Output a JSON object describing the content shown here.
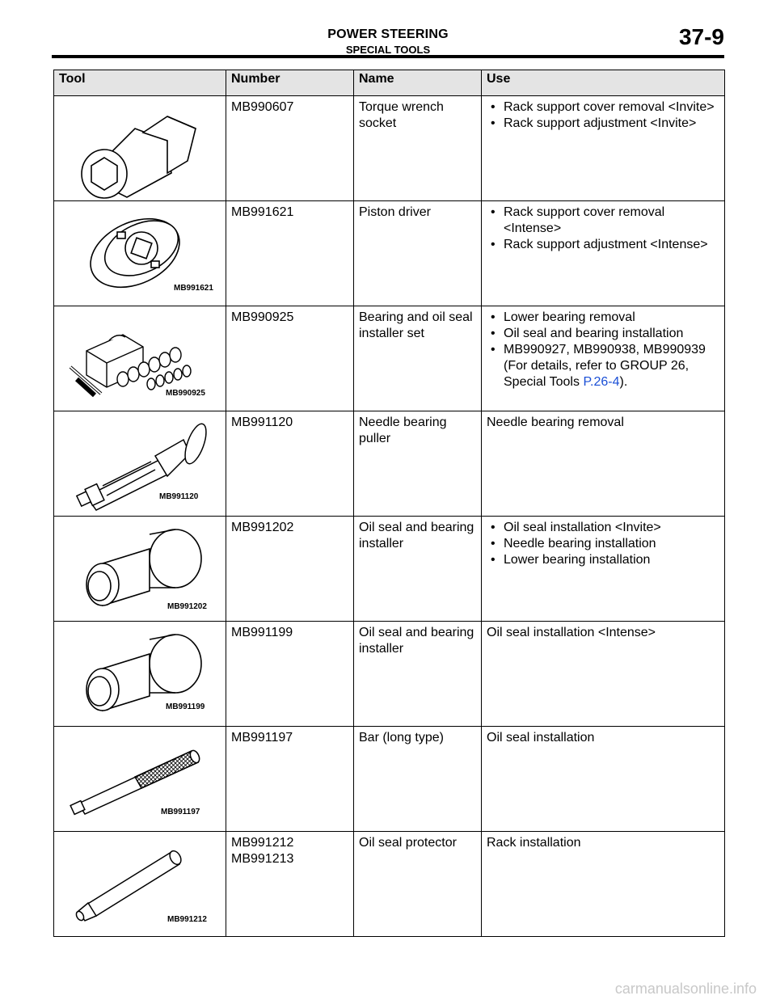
{
  "header": {
    "title": "POWER STEERING",
    "subtitle": "SPECIAL TOOLS",
    "page": "37-9"
  },
  "columns": [
    "Tool",
    "Number",
    "Name",
    "Use"
  ],
  "rows": [
    {
      "label": "",
      "icon": "torque-wrench-socket-icon",
      "number": "MB990607",
      "name": "Torque wrench socket",
      "uses_bullet": true,
      "uses": [
        "Rack support cover removal <Invite>",
        "Rack support adjustment <Invite>"
      ]
    },
    {
      "label": "MB991621",
      "icon": "piston-driver-icon",
      "number": "MB991621",
      "name": "Piston driver",
      "uses_bullet": true,
      "uses": [
        "Rack support cover removal <Intense>",
        "Rack support adjustment <Intense>"
      ]
    },
    {
      "label": "MB990925",
      "icon": "installer-set-icon",
      "number": "MB990925",
      "name": "Bearing and oil seal installer set",
      "uses_bullet": true,
      "uses": [
        "Lower bearing removal",
        "Oil seal and bearing installation",
        "MB990927, MB990938, MB990939 (For details, refer to GROUP 26, Special Tools "
      ],
      "link_text": "P.26-4",
      "link_suffix": ")."
    },
    {
      "label": "MB991120",
      "icon": "needle-bearing-puller-icon",
      "number": "MB991120",
      "name": "Needle bearing puller",
      "uses_bullet": false,
      "uses": [
        "Needle bearing removal"
      ]
    },
    {
      "label": "MB991202",
      "icon": "bearing-installer-icon",
      "number": "MB991202",
      "name": "Oil seal and bearing installer",
      "uses_bullet": true,
      "uses": [
        "Oil seal installation <Invite>",
        "Needle bearing installation",
        "Lower bearing installation"
      ]
    },
    {
      "label": "MB991199",
      "icon": "bearing-installer-icon",
      "number": "MB991199",
      "name": "Oil seal and bearing installer",
      "uses_bullet": false,
      "uses": [
        "Oil seal installation <Intense>"
      ]
    },
    {
      "label": "MB991197",
      "icon": "long-bar-icon",
      "number": "MB991197",
      "name": "Bar (long type)",
      "uses_bullet": false,
      "uses": [
        "Oil seal installation"
      ]
    },
    {
      "label": "MB991212",
      "icon": "oil-seal-protector-icon",
      "number": "MB991212\nMB991213",
      "name": "Oil seal protector",
      "uses_bullet": false,
      "uses": [
        "Rack installation"
      ]
    }
  ],
  "watermark": "carmanualsonline.info"
}
